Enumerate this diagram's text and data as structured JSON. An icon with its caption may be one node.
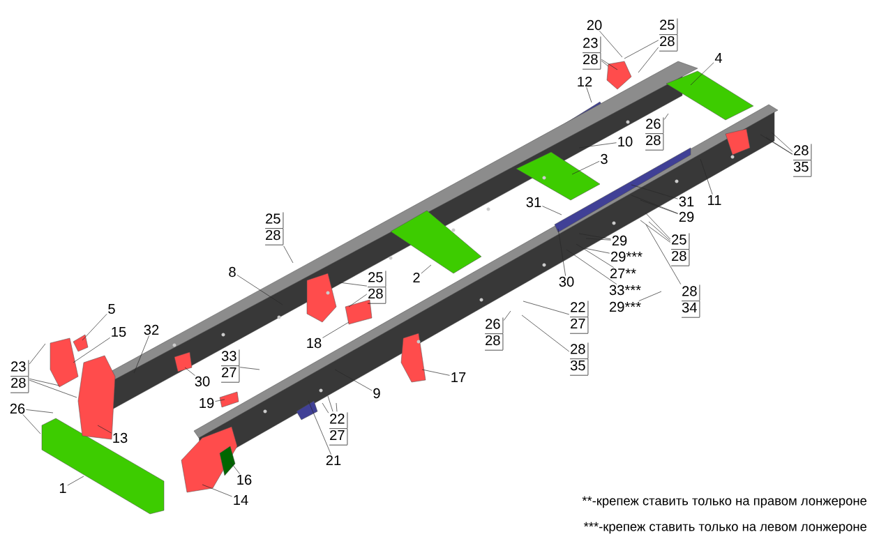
{
  "diagram": {
    "nodes": [
      {
        "text": [
          "20"
        ]
      },
      {
        "text": [
          "23",
          "28"
        ]
      },
      {
        "text": [
          "25",
          "28"
        ]
      },
      {
        "text": [
          "4"
        ]
      },
      {
        "text": [
          "12"
        ]
      },
      {
        "text": [
          "26",
          "28"
        ]
      },
      {
        "text": [
          "10"
        ]
      },
      {
        "text": [
          "3"
        ]
      },
      {
        "text": [
          "28",
          "35"
        ]
      },
      {
        "text": [
          "31"
        ]
      },
      {
        "text": [
          "11"
        ]
      },
      {
        "text": [
          "29"
        ]
      },
      {
        "text": [
          "31"
        ]
      },
      {
        "text": [
          "25",
          "28"
        ]
      },
      {
        "text": [
          "29"
        ]
      },
      {
        "text": [
          "29***"
        ]
      },
      {
        "text": [
          "27**"
        ]
      },
      {
        "text": [
          "33***"
        ]
      },
      {
        "text": [
          "29***"
        ]
      },
      {
        "text": [
          "30"
        ]
      },
      {
        "text": [
          "28",
          "34"
        ]
      },
      {
        "text": [
          "22",
          "27"
        ]
      },
      {
        "text": [
          "26",
          "28"
        ]
      },
      {
        "text": [
          "28",
          "35"
        ]
      },
      {
        "text": [
          "25",
          "28"
        ]
      },
      {
        "text": [
          "8"
        ]
      },
      {
        "text": [
          "25",
          "28"
        ]
      },
      {
        "text": [
          "2"
        ]
      },
      {
        "text": [
          "18"
        ]
      },
      {
        "text": [
          "5"
        ]
      },
      {
        "text": [
          "15"
        ]
      },
      {
        "text": [
          "32"
        ]
      },
      {
        "text": [
          "23",
          "28"
        ]
      },
      {
        "text": [
          "30"
        ]
      },
      {
        "text": [
          "33",
          "27"
        ]
      },
      {
        "text": [
          "19"
        ]
      },
      {
        "text": [
          "9"
        ]
      },
      {
        "text": [
          "17"
        ]
      },
      {
        "text": [
          "26"
        ]
      },
      {
        "text": [
          "22",
          "27"
        ]
      },
      {
        "text": [
          "21"
        ]
      },
      {
        "text": [
          "13"
        ]
      },
      {
        "text": [
          "16"
        ]
      },
      {
        "text": [
          "1"
        ]
      },
      {
        "text": [
          "14"
        ]
      }
    ],
    "edges": [
      {
        "from": 0,
        "to": null,
        "arrow": "none"
      },
      {
        "from": 1,
        "to": null,
        "arrow": "none"
      },
      {
        "from": 1,
        "to": null,
        "arrow": "none"
      },
      {
        "from": 2,
        "to": null,
        "arrow": "none"
      },
      {
        "from": 2,
        "to": null,
        "arrow": "none"
      },
      {
        "from": 3,
        "to": null,
        "arrow": "none"
      },
      {
        "from": 4,
        "to": null,
        "arrow": "none"
      },
      {
        "from": 5,
        "to": null,
        "arrow": "none"
      },
      {
        "from": 6,
        "to": null,
        "arrow": "none"
      },
      {
        "from": 7,
        "to": null,
        "arrow": "none"
      },
      {
        "from": 8,
        "to": null,
        "arrow": "none"
      },
      {
        "from": 8,
        "to": null,
        "arrow": "none"
      },
      {
        "from": 8,
        "to": null,
        "arrow": "none"
      },
      {
        "from": 9,
        "to": null,
        "arrow": "none"
      },
      {
        "from": 10,
        "to": null,
        "arrow": "none"
      },
      {
        "from": 11,
        "to": null,
        "arrow": "none"
      },
      {
        "from": 11,
        "to": null,
        "arrow": "none"
      },
      {
        "from": 12,
        "to": null,
        "arrow": "none"
      },
      {
        "from": 13,
        "to": null,
        "arrow": "none"
      },
      {
        "from": 13,
        "to": null,
        "arrow": "none"
      },
      {
        "from": 13,
        "to": null,
        "arrow": "none"
      },
      {
        "from": 14,
        "to": null,
        "arrow": "none"
      },
      {
        "from": 14,
        "to": null,
        "arrow": "none"
      },
      {
        "from": 15,
        "to": null,
        "arrow": "none"
      },
      {
        "from": 16,
        "to": null,
        "arrow": "none"
      },
      {
        "from": 17,
        "to": null,
        "arrow": "none"
      },
      {
        "from": 18,
        "to": null,
        "arrow": "none"
      },
      {
        "from": 19,
        "to": null,
        "arrow": "none"
      },
      {
        "from": 20,
        "to": null,
        "arrow": "none"
      },
      {
        "from": 21,
        "to": null,
        "arrow": "none"
      },
      {
        "from": 22,
        "to": null,
        "arrow": "none"
      },
      {
        "from": 23,
        "to": null,
        "arrow": "none"
      },
      {
        "from": 24,
        "to": null,
        "arrow": "none"
      },
      {
        "from": 25,
        "to": null,
        "arrow": "none"
      },
      {
        "from": 26,
        "to": null,
        "arrow": "none"
      },
      {
        "from": 26,
        "to": null,
        "arrow": "none"
      },
      {
        "from": 27,
        "to": null,
        "arrow": "none"
      },
      {
        "from": 28,
        "to": null,
        "arrow": "none"
      },
      {
        "from": 29,
        "to": null,
        "arrow": "none"
      },
      {
        "from": 30,
        "to": null,
        "arrow": "none"
      },
      {
        "from": 31,
        "to": null,
        "arrow": "none"
      },
      {
        "from": 32,
        "to": null,
        "arrow": "none"
      },
      {
        "from": 32,
        "to": null,
        "arrow": "none"
      },
      {
        "from": 32,
        "to": null,
        "arrow": "none"
      },
      {
        "from": 33,
        "to": null,
        "arrow": "none"
      },
      {
        "from": 34,
        "to": null,
        "arrow": "none"
      },
      {
        "from": 35,
        "to": null,
        "arrow": "none"
      },
      {
        "from": 36,
        "to": null,
        "arrow": "none"
      },
      {
        "from": 37,
        "to": null,
        "arrow": "none"
      },
      {
        "from": 38,
        "to": null,
        "arrow": "none"
      },
      {
        "from": 38,
        "to": null,
        "arrow": "none"
      },
      {
        "from": 39,
        "to": null,
        "arrow": "none"
      },
      {
        "from": 39,
        "to": null,
        "arrow": "none"
      },
      {
        "from": 39,
        "to": null,
        "arrow": "none"
      },
      {
        "from": 40,
        "to": null,
        "arrow": "none"
      },
      {
        "from": 41,
        "to": null,
        "arrow": "none"
      },
      {
        "from": 42,
        "to": null,
        "arrow": "none"
      },
      {
        "from": 43,
        "to": null,
        "arrow": "none"
      },
      {
        "from": 44,
        "to": null,
        "arrow": "none"
      }
    ],
    "labels": [
      "**-крепеж ставить только на правом лонжероне",
      "***-крепеж ставить только на левом лонжероне"
    ]
  }
}
